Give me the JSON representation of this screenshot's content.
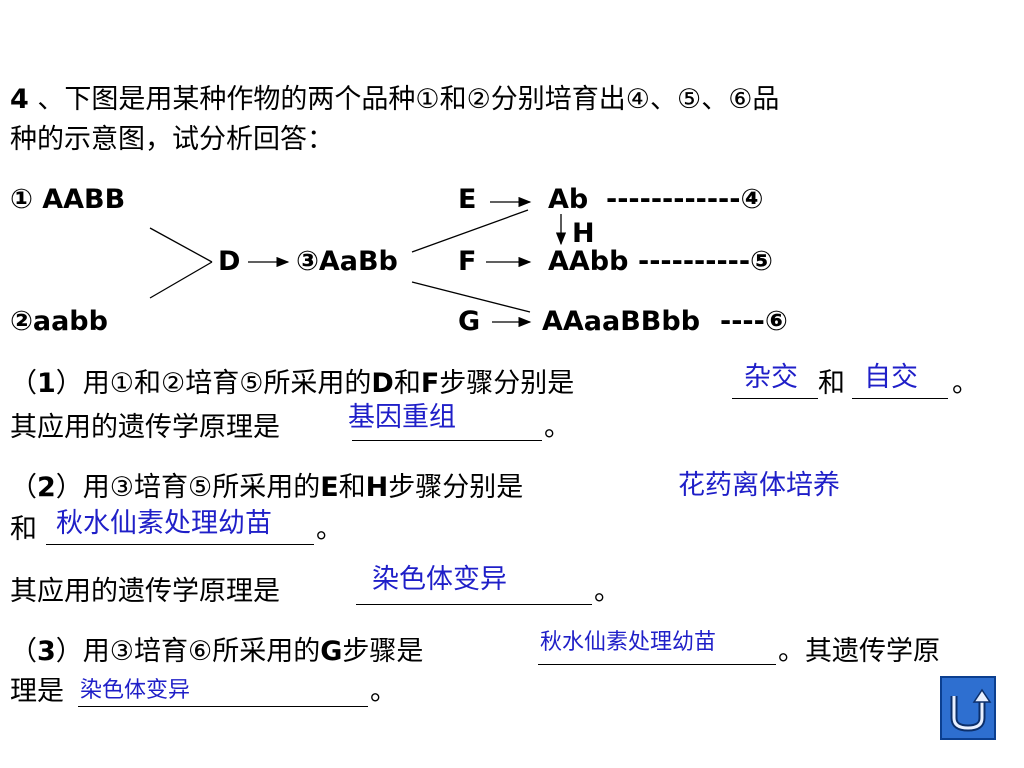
{
  "question": {
    "number": "4",
    "line1": "、下图是用某种作物的两个品种①和②分别培育出④、⑤、⑥品",
    "line2": "种的示意图，试分析回答："
  },
  "diagram": {
    "p1": "① AABB",
    "p2": "②aabb",
    "step_d": "D",
    "f1": "③AaBb",
    "step_e": "E",
    "step_f": "F",
    "step_g": "G",
    "step_h": "H",
    "ab": "Ab",
    "dash4": "------------④",
    "aabb": "AAbb",
    "dash5": "----------⑤",
    "aaaabbbb": "AAaaBBbb",
    "dash6": "----⑥"
  },
  "q1": {
    "open": "（",
    "num": "1",
    "text_a": "）用①和②培育⑤所采用的",
    "d": "D",
    "and1": "和",
    "f": "F",
    "text_b": "步骤分别是",
    "and2": "和",
    "end": "。",
    "line2": "其应用的遗传学原理是",
    "end2": "。",
    "ans1": "杂交",
    "ans2": "自交",
    "ans3": "基因重组"
  },
  "q2": {
    "open": "（",
    "num": "2",
    "text_a": "）用③培育⑤所采用的",
    "e": "E",
    "and1": "和",
    "h": "H",
    "text_b": "步骤分别是",
    "ans1": "花药离体培养",
    "line2_prefix": "和",
    "ans2": "秋水仙素处理幼苗",
    "end": "。",
    "line3": "其应用的遗传学原理是",
    "ans3": "染色体变异",
    "end3": "。"
  },
  "q3": {
    "open": "（",
    "num": "3",
    "text_a": "）用③培育⑥所采用的",
    "g": "G",
    "text_b": "步骤是",
    "ans1": "秋水仙素处理幼苗",
    "text_c": "。其遗传学原",
    "line2": "理是",
    "ans2": "染色体变异",
    "end": "。"
  },
  "nav": {
    "icon": "return-icon",
    "color": "#2e6fd0"
  }
}
